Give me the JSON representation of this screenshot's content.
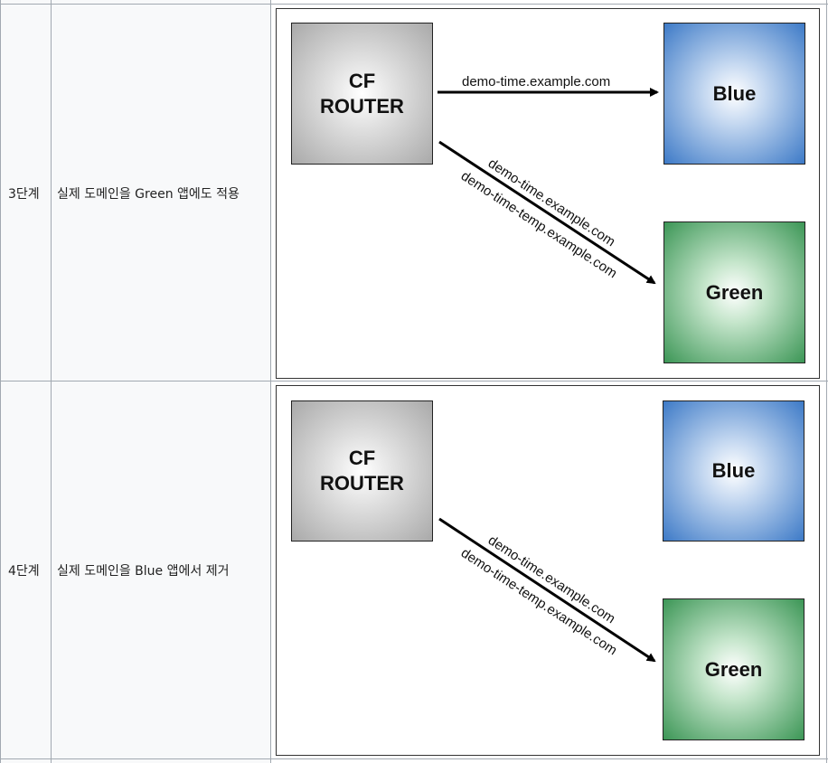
{
  "rows": [
    {
      "step": "3단계",
      "description": "실제 도메인을 Green 앱에도 적용",
      "diagram": {
        "router_line1": "CF",
        "router_line2": "ROUTER",
        "blue": "Blue",
        "green": "Green",
        "route_to_blue": "demo-time.example.com",
        "route_to_green_1": "demo-time.example.com",
        "route_to_green_2": "demo-time-temp.example.com"
      }
    },
    {
      "step": "4단계",
      "description": "실제 도메인을 Blue 앱에서 제거",
      "diagram": {
        "router_line1": "CF",
        "router_line2": "ROUTER",
        "blue": "Blue",
        "green": "Green",
        "route_to_green_1": "demo-time.example.com",
        "route_to_green_2": "demo-time-temp.example.com"
      }
    }
  ]
}
